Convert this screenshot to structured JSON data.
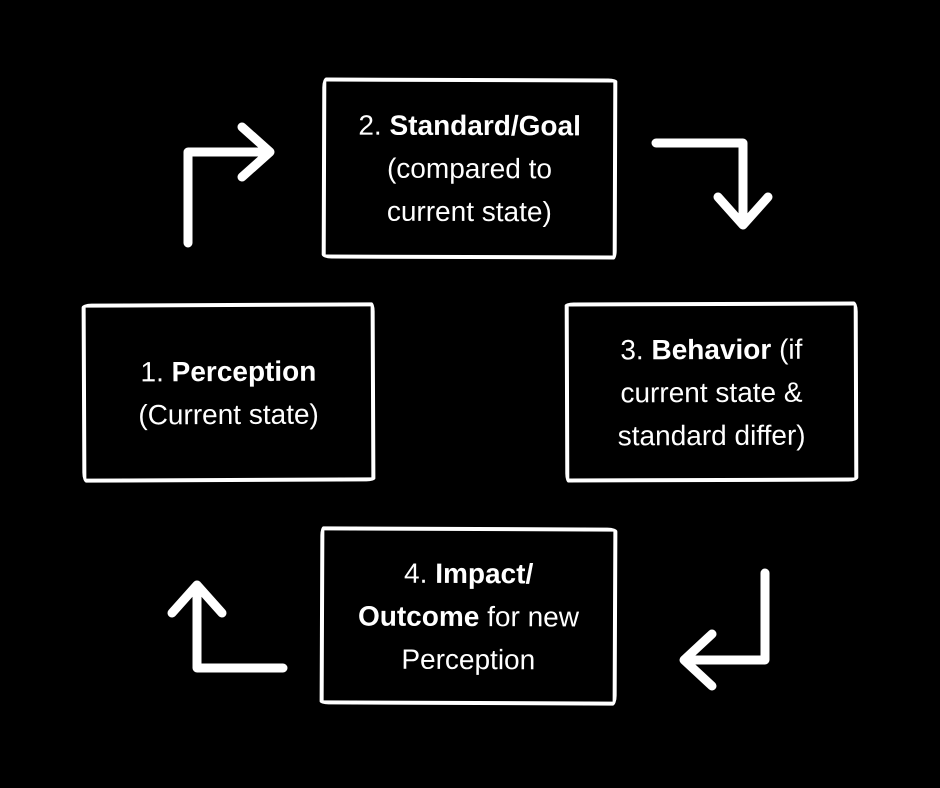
{
  "diagram": {
    "title": "self-regulation feedback loop",
    "colors": {
      "background": "#000000",
      "stroke": "#ffffff",
      "text": "#ffffff"
    },
    "boxes": [
      {
        "id": "perception",
        "position": "middle-left",
        "lines": [
          {
            "segments": [
              {
                "text": "1. ",
                "bold": false
              },
              {
                "text": "Perception",
                "bold": true
              }
            ]
          },
          {
            "segments": [
              {
                "text": "(Current state)",
                "bold": false
              }
            ]
          }
        ]
      },
      {
        "id": "standard-goal",
        "position": "top-center",
        "lines": [
          {
            "segments": [
              {
                "text": "2. ",
                "bold": false
              },
              {
                "text": "Standard/Goal",
                "bold": true
              }
            ]
          },
          {
            "segments": [
              {
                "text": "(compared to",
                "bold": false
              }
            ]
          },
          {
            "segments": [
              {
                "text": "current state)",
                "bold": false
              }
            ]
          }
        ]
      },
      {
        "id": "behavior",
        "position": "middle-right",
        "lines": [
          {
            "segments": [
              {
                "text": "3. ",
                "bold": false
              },
              {
                "text": "Behavior",
                "bold": true
              },
              {
                "text": " (if",
                "bold": false
              }
            ]
          },
          {
            "segments": [
              {
                "text": "current state &",
                "bold": false
              }
            ]
          },
          {
            "segments": [
              {
                "text": "standard differ)",
                "bold": false
              }
            ]
          }
        ]
      },
      {
        "id": "impact-outcome",
        "position": "bottom-center",
        "lines": [
          {
            "segments": [
              {
                "text": "4. ",
                "bold": false
              },
              {
                "text": "Impact/",
                "bold": true
              }
            ]
          },
          {
            "segments": [
              {
                "text": "Outcome",
                "bold": true
              },
              {
                "text": " for new",
                "bold": false
              }
            ]
          },
          {
            "segments": [
              {
                "text": "Perception",
                "bold": false
              }
            ]
          }
        ]
      }
    ],
    "arrows": [
      {
        "name": "arrow-perception-to-standard-icon",
        "shape": "up-then-right",
        "points": "right"
      },
      {
        "name": "arrow-standard-to-behavior-icon",
        "shape": "right-then-down",
        "points": "down"
      },
      {
        "name": "arrow-behavior-to-impact-icon",
        "shape": "down-then-left",
        "points": "left"
      },
      {
        "name": "arrow-impact-to-perception-icon",
        "shape": "left-then-up",
        "points": "up"
      }
    ]
  }
}
